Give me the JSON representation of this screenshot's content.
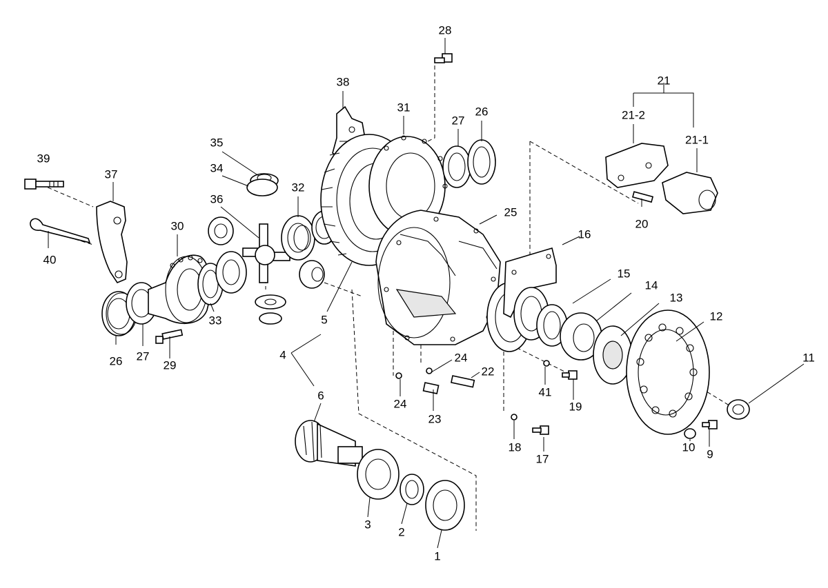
{
  "labels": {
    "l1": "1",
    "l2": "2",
    "l3": "3",
    "l4": "4",
    "l5": "5",
    "l6": "6",
    "l9": "9",
    "l10": "10",
    "l11": "11",
    "l12": "12",
    "l13": "13",
    "l14": "14",
    "l15": "15",
    "l16": "16",
    "l17": "17",
    "l18": "18",
    "l19": "19",
    "l20": "20",
    "l21": "21",
    "l21_1": "21-1",
    "l21_2": "21-2",
    "l22": "22",
    "l23": "23",
    "l24a": "24",
    "l24b": "24",
    "l25": "25",
    "l26a": "26",
    "l26b": "26",
    "l27a": "27",
    "l27b": "27",
    "l28": "28",
    "l29": "29",
    "l30": "30",
    "l31": "31",
    "l32": "32",
    "l33": "33",
    "l34": "34",
    "l35": "35",
    "l36": "36",
    "l37": "37",
    "l38": "38",
    "l39": "39",
    "l40": "40",
    "l41": "41"
  }
}
